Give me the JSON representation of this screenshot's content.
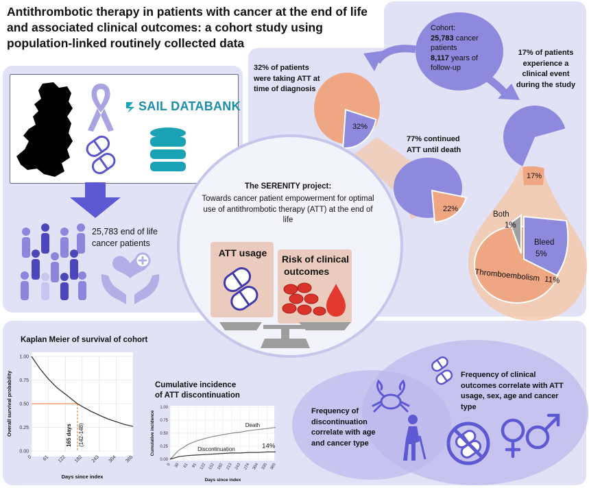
{
  "title": "Antithrombotic therapy in patients with cancer at the end of life and associated clinical outcomes: a cohort study using population-linked routinely collected data",
  "sail_logo": "SAIL DATABANK",
  "patients_label": "25,783 end of life cancer patients",
  "cohort": {
    "label": "Cohort:",
    "patients_bold": "25,783",
    "patients_rest": " cancer patients",
    "years_bold": "8,117",
    "years_rest": " years of follow-up"
  },
  "att_at_diagnosis": {
    "text": "32% of patients were taking ATT at time of diagnosis",
    "pie_label": "32%",
    "percent": 32
  },
  "continued": {
    "text": "77% continued ATT until death",
    "pie_label": "22%",
    "percent": 22
  },
  "clinical_event": {
    "text": "17% of patients experience a clinical event during the study",
    "pie_label": "17%",
    "percent": 17
  },
  "outcome_breakdown": {
    "both_label": "Both",
    "both_pct": "1%",
    "bleed_label": "Bleed",
    "bleed_pct": "5%",
    "thrombo_label": "Thromboembolism",
    "thrombo_pct": "11%",
    "values": {
      "both": 1,
      "bleed": 5,
      "thromboembolism": 11
    }
  },
  "serenity": {
    "title": "The SERENITY project:",
    "subtitle": "Towards cancer patient empowerment for optimal use of antithrombotic therapy (ATT) at the end of life",
    "att_usage": "ATT usage",
    "risk_line1": "Risk of clinical",
    "risk_line2": "outcomes"
  },
  "km": {
    "title": "Kaplan Meier of survival of cohort",
    "ylabel": "Overall survival probability",
    "xlabel": "Days since index",
    "yticks": [
      "1.00",
      "0.75",
      "0.50",
      "0.25",
      "0.00"
    ],
    "xticks": [
      "0",
      "61",
      "122",
      "182",
      "243",
      "304",
      "365"
    ],
    "median_label": "165 days",
    "median_ci": "(142-148)"
  },
  "ci": {
    "title_line1": "Cumulative incidence",
    "title_line2": "of ATT discontinuation",
    "ylabel": "Cumulative incidence",
    "xlabel": "Days since index",
    "yticks": [
      "1.00",
      "0.75",
      "0.50",
      "0.25",
      "0.00"
    ],
    "xticks": [
      "0",
      "30",
      "61",
      "91",
      "122",
      "152",
      "182",
      "213",
      "243",
      "274",
      "304",
      "335",
      "365"
    ],
    "death_label": "Death",
    "disc_label": "Discontinuation",
    "disc_pct": "14%"
  },
  "freq_disc": "Frequency of discontinuation correlate with age and cancer type",
  "freq_clinical": "Frequency of clinical outcomes correlate with ATT usage, sex, age and cancer type",
  "chart_data": [
    {
      "type": "line",
      "title": "Kaplan Meier of survival of cohort",
      "xlabel": "Days since index",
      "ylabel": "Overall survival probability",
      "xlim": [
        0,
        365
      ],
      "ylim": [
        0,
        1
      ],
      "x": [
        0,
        30,
        61,
        91,
        122,
        152,
        165,
        182,
        213,
        243,
        274,
        304,
        335,
        365
      ],
      "series": [
        {
          "values": [
            1.0,
            0.87,
            0.76,
            0.67,
            0.6,
            0.53,
            0.5,
            0.47,
            0.42,
            0.38,
            0.34,
            0.31,
            0.28,
            0.26
          ]
        }
      ]
    },
    {
      "type": "line",
      "title": "Cumulative incidence of ATT discontinuation",
      "xlabel": "Days since index",
      "ylabel": "Cumulative incidence",
      "xlim": [
        0,
        365
      ],
      "ylim": [
        0,
        1
      ],
      "x": [
        0,
        30,
        61,
        91,
        122,
        152,
        182,
        213,
        243,
        274,
        304,
        335,
        365
      ],
      "series": [
        {
          "name": "Death",
          "values": [
            0.0,
            0.17,
            0.28,
            0.35,
            0.4,
            0.44,
            0.47,
            0.5,
            0.52,
            0.55,
            0.57,
            0.59,
            0.61
          ]
        },
        {
          "name": "Discontinuation",
          "values": [
            0.0,
            0.05,
            0.07,
            0.08,
            0.09,
            0.1,
            0.11,
            0.12,
            0.12,
            0.13,
            0.13,
            0.14,
            0.14
          ]
        }
      ]
    }
  ]
}
